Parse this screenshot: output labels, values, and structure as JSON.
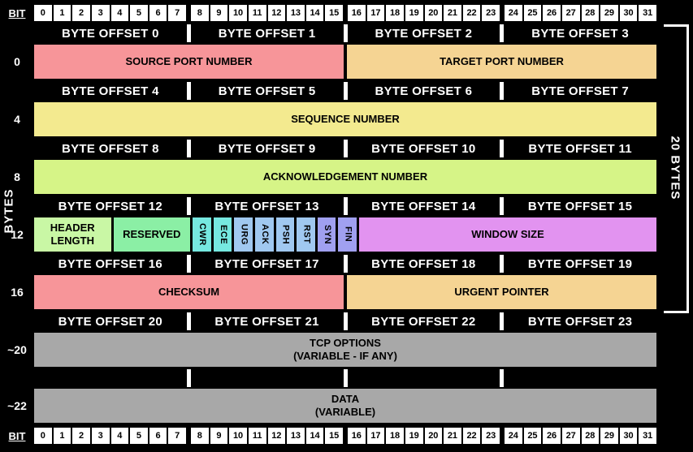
{
  "bit_axis": {
    "label": "BIT",
    "numbers": [
      "0",
      "1",
      "2",
      "3",
      "4",
      "5",
      "6",
      "7",
      "8",
      "9",
      "10",
      "11",
      "12",
      "13",
      "14",
      "15",
      "16",
      "17",
      "18",
      "19",
      "20",
      "21",
      "22",
      "23",
      "24",
      "25",
      "26",
      "27",
      "28",
      "29",
      "30",
      "31"
    ]
  },
  "left_axis": {
    "label": "BYTES"
  },
  "right_bracket": {
    "label": "20 BYTES"
  },
  "offset_rows": [
    [
      "BYTE OFFSET 0",
      "BYTE OFFSET 1",
      "BYTE OFFSET 2",
      "BYTE OFFSET 3"
    ],
    [
      "BYTE OFFSET 4",
      "BYTE OFFSET 5",
      "BYTE OFFSET 6",
      "BYTE OFFSET 7"
    ],
    [
      "BYTE OFFSET 8",
      "BYTE OFFSET 9",
      "BYTE OFFSET 10",
      "BYTE OFFSET 11"
    ],
    [
      "BYTE OFFSET 12",
      "BYTE OFFSET 13",
      "BYTE OFFSET 14",
      "BYTE OFFSET 15"
    ],
    [
      "BYTE OFFSET 16",
      "BYTE OFFSET 17",
      "BYTE OFFSET 18",
      "BYTE OFFSET 19"
    ],
    [
      "BYTE OFFSET 20",
      "BYTE OFFSET 21",
      "BYTE OFFSET 22",
      "BYTE OFFSET 23"
    ]
  ],
  "field_rows": [
    {
      "row_label": "0",
      "fields": [
        {
          "name": "SOURCE PORT NUMBER",
          "bits": 16,
          "color": "#f79599"
        },
        {
          "name": "TARGET PORT NUMBER",
          "bits": 16,
          "color": "#f5d493"
        }
      ]
    },
    {
      "row_label": "4",
      "fields": [
        {
          "name": "SEQUENCE NUMBER",
          "bits": 32,
          "color": "#f3ea8f"
        }
      ]
    },
    {
      "row_label": "8",
      "fields": [
        {
          "name": "ACKNOWLEDGEMENT NUMBER",
          "bits": 32,
          "color": "#d6f487"
        }
      ]
    },
    {
      "row_label": "12",
      "fields": [
        {
          "name": "HEADER LENGTH",
          "bits": 4,
          "color": "#c9f7a5"
        },
        {
          "name": "RESERVED",
          "bits": 4,
          "color": "#8befa5"
        },
        {
          "name": "CWR",
          "bits": 1,
          "color": "#76e8e0",
          "vertical": true
        },
        {
          "name": "ECE",
          "bits": 1,
          "color": "#76e8e0",
          "vertical": true
        },
        {
          "name": "URG",
          "bits": 1,
          "color": "#a0c8f0",
          "vertical": true
        },
        {
          "name": "ACK",
          "bits": 1,
          "color": "#a0c8f0",
          "vertical": true
        },
        {
          "name": "PSH",
          "bits": 1,
          "color": "#a0c8f0",
          "vertical": true
        },
        {
          "name": "RST",
          "bits": 1,
          "color": "#a0c8f0",
          "vertical": true
        },
        {
          "name": "SYN",
          "bits": 1,
          "color": "#a0a0f0",
          "vertical": true
        },
        {
          "name": "FIN",
          "bits": 1,
          "color": "#a0a0f0",
          "vertical": true
        },
        {
          "name": "WINDOW SIZE",
          "bits": 16,
          "color": "#e293f0"
        }
      ]
    },
    {
      "row_label": "16",
      "fields": [
        {
          "name": "CHECKSUM",
          "bits": 16,
          "color": "#f79599"
        },
        {
          "name": "URGENT POINTER",
          "bits": 16,
          "color": "#f5d493"
        }
      ]
    },
    {
      "row_label": "~20",
      "fields": [
        {
          "name": "TCP OPTIONS",
          "sub": "(VARIABLE - IF ANY)",
          "bits": 32,
          "color": "#a8a8a8"
        }
      ]
    },
    {
      "row_label": "~22",
      "fields": [
        {
          "name": "DATA",
          "sub": "(VARIABLE)",
          "bits": 32,
          "color": "#a8a8a8"
        }
      ]
    }
  ]
}
